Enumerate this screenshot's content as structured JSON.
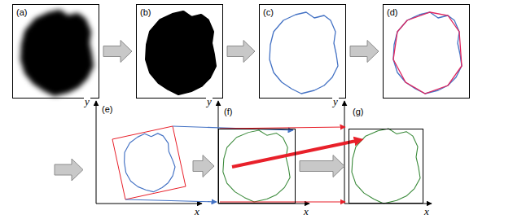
{
  "diagram": {
    "nodes": [
      {
        "text": [
          "(a)"
        ]
      },
      {
        "text": [
          "(b)"
        ]
      },
      {
        "text": [
          "(c)"
        ]
      },
      {
        "text": [
          "(d)"
        ]
      },
      {
        "text": [
          "(e)"
        ]
      },
      {
        "text": [
          "(f)"
        ]
      },
      {
        "text": [
          "(g)"
        ]
      }
    ],
    "edges": [
      {
        "from": 0,
        "to": 1,
        "arrow": "to"
      },
      {
        "from": 1,
        "to": 2,
        "arrow": "to"
      },
      {
        "from": 2,
        "to": 3,
        "arrow": "to"
      },
      {
        "from": 4,
        "to": 5,
        "arrow": "to"
      },
      {
        "from": 5,
        "to": 6,
        "arrow": "to"
      }
    ],
    "labels": [
      "y",
      "x",
      "y",
      "x",
      "y",
      "x"
    ]
  }
}
